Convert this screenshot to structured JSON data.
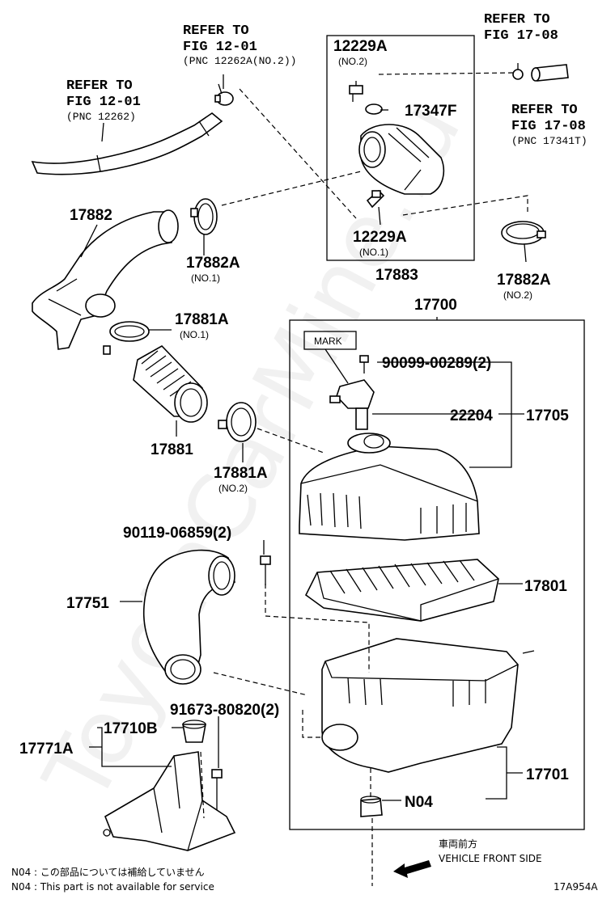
{
  "watermark": "ToyotaCarMine.ru",
  "references": [
    {
      "id": "ref-fig-12-01-top",
      "line1": "REFER TO",
      "line2": "FIG 12-01",
      "line3": "(PNC 12262A(NO.2))"
    },
    {
      "id": "ref-fig-12-01-left",
      "line1": "REFER TO",
      "line2": "FIG 12-01",
      "line3": "(PNC 12262)"
    },
    {
      "id": "ref-fig-17-08-top",
      "line1": "REFER TO",
      "line2": "FIG 17-08",
      "line3": ""
    },
    {
      "id": "ref-fig-17-08-right",
      "line1": "REFER TO",
      "line2": "FIG 17-08",
      "line3": "(PNC 17341T)"
    }
  ],
  "parts": {
    "p12229a_no2": {
      "number": "12229A",
      "sub": "(NO.2)"
    },
    "p17347f": {
      "number": "17347F"
    },
    "p12229a_no1": {
      "number": "12229A",
      "sub": "(NO.1)"
    },
    "p17883": {
      "number": "17883"
    },
    "p17882": {
      "number": "17882"
    },
    "p17882a_no1": {
      "number": "17882A",
      "sub": "(NO.1)"
    },
    "p17882a_no2": {
      "number": "17882A",
      "sub": "(NO.2)"
    },
    "p17881a_no1": {
      "number": "17881A",
      "sub": "(NO.1)"
    },
    "p17881": {
      "number": "17881"
    },
    "p17881a_no2": {
      "number": "17881A",
      "sub": "(NO.2)"
    },
    "p17700": {
      "number": "17700"
    },
    "mark": {
      "text": "MARK"
    },
    "p90099": {
      "number": "90099-00289(2)"
    },
    "p22204": {
      "number": "22204"
    },
    "p17705": {
      "number": "17705"
    },
    "p90119": {
      "number": "90119-06859(2)"
    },
    "p17801": {
      "number": "17801"
    },
    "p17751": {
      "number": "17751"
    },
    "p91673": {
      "number": "91673-80820(2)"
    },
    "p17710b": {
      "number": "17710B"
    },
    "p17771a": {
      "number": "17771A"
    },
    "p17701": {
      "number": "17701"
    },
    "n04": {
      "number": "N04"
    }
  },
  "direction": {
    "jp": "車両前方",
    "en": "VEHICLE FRONT SIDE"
  },
  "notes": {
    "jp": "N04 : この部品については補給していません",
    "en": "N04 : This part is not available for service"
  },
  "figure_id": "17A954A"
}
